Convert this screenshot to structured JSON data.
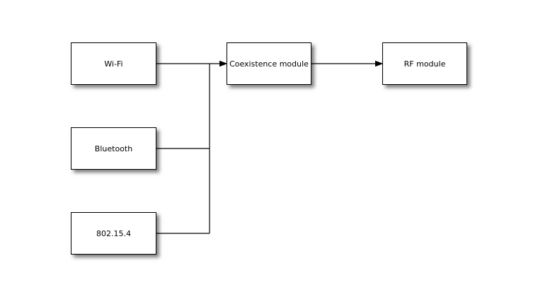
{
  "colors": {
    "background": "#ffffff",
    "nodeFill": "#ffffff",
    "nodeBorder": "#000000",
    "connector": "#000000",
    "text": "#000000",
    "shadow": "#00000080"
  },
  "nodes": {
    "wifi": {
      "label": "Wi-Fi"
    },
    "bluetooth": {
      "label": "Bluetooth"
    },
    "ieee802154": {
      "label": "802.15.4"
    },
    "coexistence": {
      "label": "Coexistence module"
    },
    "rf": {
      "label": "RF module"
    }
  },
  "connectors": [
    {
      "from": "Wi-Fi",
      "to": "Coexistence module",
      "arrowhead": true
    },
    {
      "from": "Bluetooth",
      "to": "Coexistence module",
      "arrowhead": true
    },
    {
      "from": "802.15.4",
      "to": "Coexistence module",
      "arrowhead": true
    },
    {
      "from": "Coexistence module",
      "to": "RF module",
      "arrowhead": true
    }
  ]
}
